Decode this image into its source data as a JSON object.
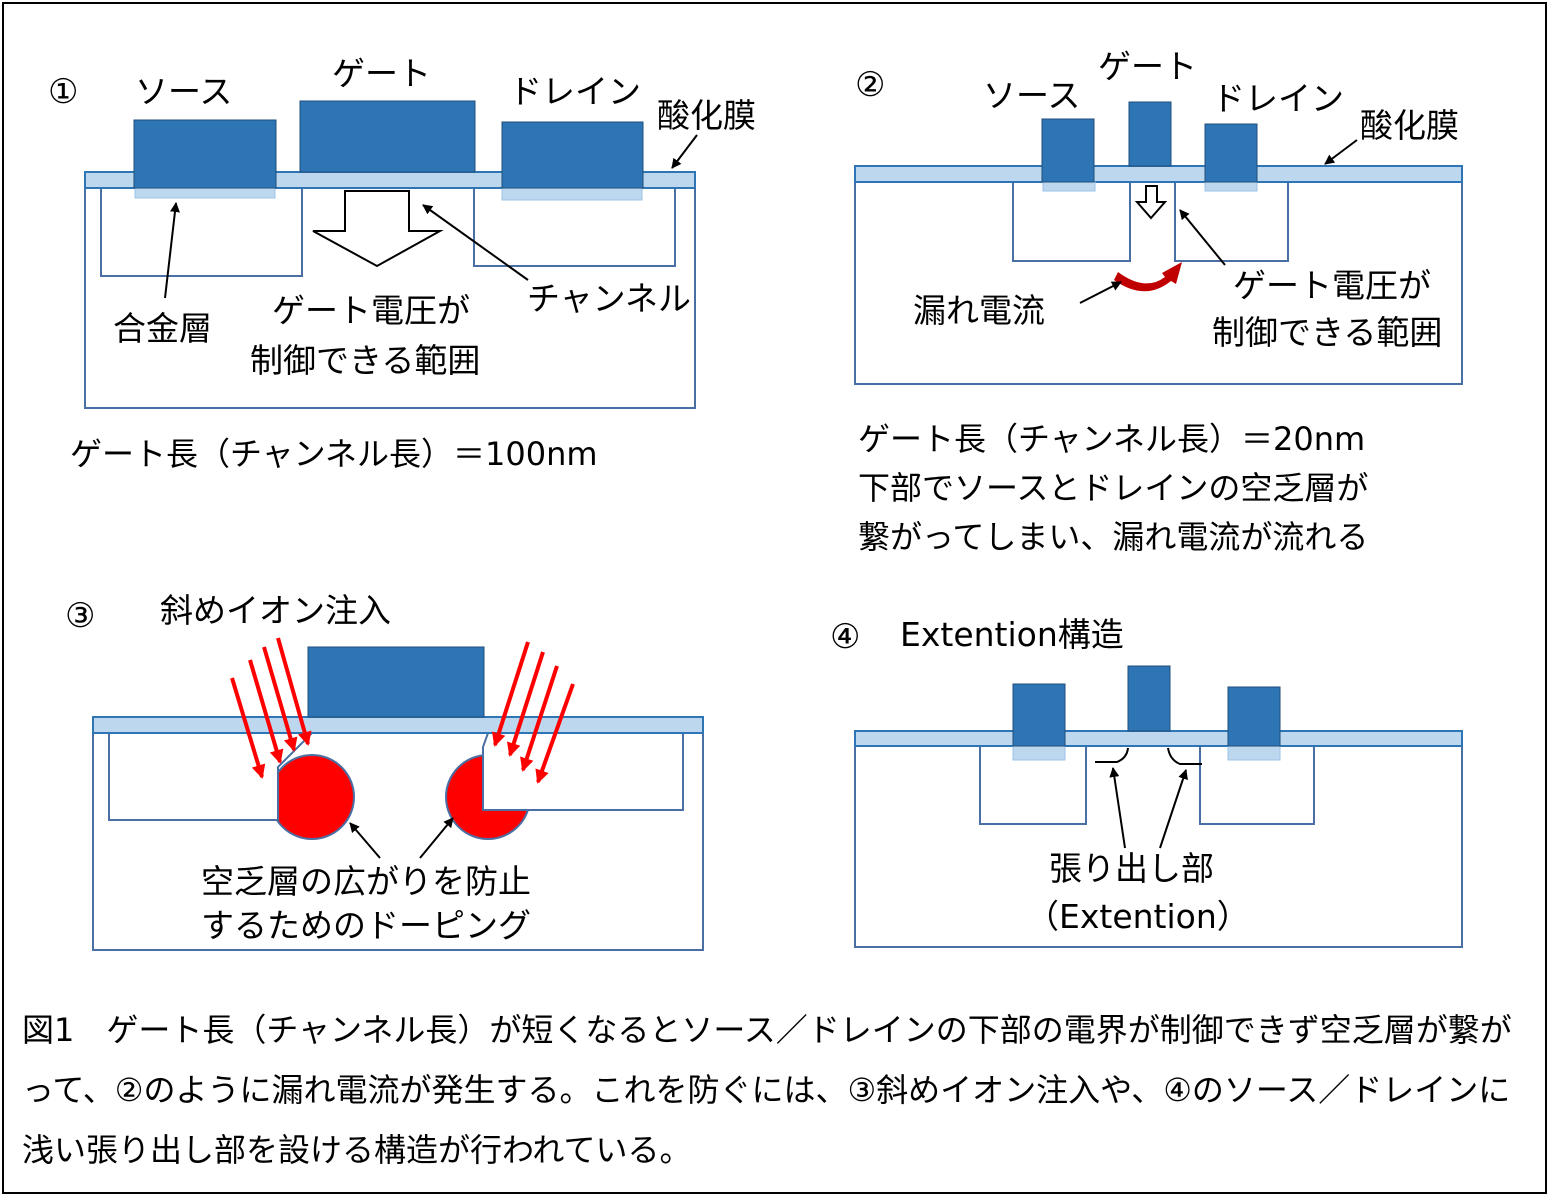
{
  "panel1": {
    "number": "①",
    "source": "ソース",
    "gate": "ゲート",
    "drain": "ドレイン",
    "oxide": "酸化膜",
    "alloy_layer": "合金層",
    "gate_range_line1": "ゲート電圧が",
    "gate_range_line2": "制御できる範囲",
    "channel": "チャンネル",
    "gate_length": "ゲート長（チャンネル長）＝100nm"
  },
  "panel2": {
    "number": "②",
    "source": "ソース",
    "gate": "ゲート",
    "drain": "ドレイン",
    "oxide": "酸化膜",
    "leak_current": "漏れ電流",
    "gate_range_line1": "ゲート電圧が",
    "gate_range_line2": "制御できる範囲",
    "desc_line1": "ゲート長（チャンネル長）＝20nm",
    "desc_line2": "下部でソースとドレインの空乏層が",
    "desc_line3": "繋がってしまい、漏れ電流が流れる"
  },
  "panel3": {
    "number": "③",
    "title": "斜めイオン注入",
    "doping_line1": "空乏層の広がりを防止",
    "doping_line2": "するためのドーピング"
  },
  "panel4": {
    "number": "④",
    "title": "Extention構造",
    "ext_line1": "張り出し部",
    "ext_line2": "（Extention）"
  },
  "caption": "図1　ゲート長（チャンネル長）が短くなるとソース／ドレインの下部の電界が制御できず空乏層が繋がって、②のように漏れ電流が発生する。これを防ぐには、③斜めイオン注入や、④のソース／ドレインに浅い張り出し部を設ける構造が行われている。",
  "colors": {
    "electrode": "#2e75b6",
    "oxide": "#bdd7ee",
    "outline": "#4a6fa5",
    "doping": "#ff0000",
    "leak_arrow": "#c00000"
  }
}
